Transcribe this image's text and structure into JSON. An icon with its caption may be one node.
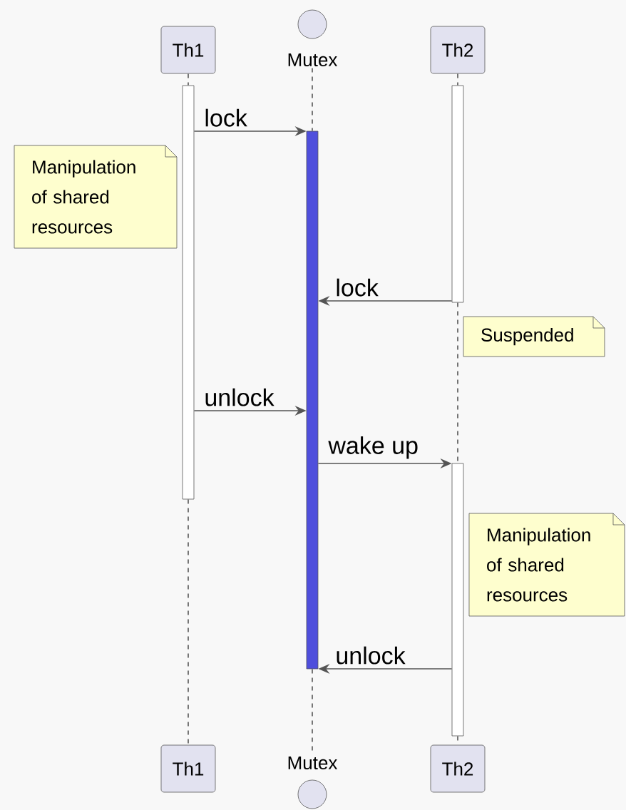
{
  "diagram": {
    "nodes": [
      {
        "text": [
          "Th1"
        ]
      },
      {
        "text": [
          "Mutex"
        ]
      },
      {
        "text": [
          "Th2"
        ]
      },
      {
        "text": [
          "Th1"
        ]
      },
      {
        "text": [
          "Mutex"
        ]
      },
      {
        "text": [
          "Th2"
        ]
      },
      {
        "text": [],
        "shape": "bar"
      },
      {
        "text": [],
        "shape": "bar"
      },
      {
        "text": [],
        "shape": "bar"
      },
      {
        "text": [],
        "shape": "bar"
      },
      {
        "text": [
          "Manipulation of shared resources"
        ]
      },
      {
        "text": [
          "Suspended"
        ]
      },
      {
        "text": [
          "Manipulation of shared resources"
        ]
      }
    ],
    "edges": [
      {
        "from": 0,
        "to": 6,
        "arrow": "none",
        "style": "dashed"
      },
      {
        "from": 6,
        "to": 3,
        "arrow": "none",
        "style": "dashed"
      },
      {
        "from": 1,
        "to": 7,
        "arrow": "none",
        "style": "dashed"
      },
      {
        "from": 7,
        "to": 4,
        "arrow": "none",
        "style": "dashed"
      },
      {
        "from": 2,
        "to": 8,
        "arrow": "none",
        "style": "dashed"
      },
      {
        "from": 8,
        "to": 9,
        "arrow": "none",
        "style": "dashed"
      },
      {
        "from": 9,
        "to": 5,
        "arrow": "none",
        "style": "dashed"
      },
      {
        "from": 6,
        "to": 7,
        "arrow": "to",
        "label": "lock"
      },
      {
        "from": 8,
        "to": 7,
        "arrow": "to",
        "label": "lock"
      },
      {
        "from": 6,
        "to": 7,
        "arrow": "to",
        "label": "unlock"
      },
      {
        "from": 7,
        "to": 9,
        "arrow": "to",
        "label": "wake up"
      },
      {
        "from": 9,
        "to": 7,
        "arrow": "to",
        "label": "unlock"
      }
    ]
  }
}
